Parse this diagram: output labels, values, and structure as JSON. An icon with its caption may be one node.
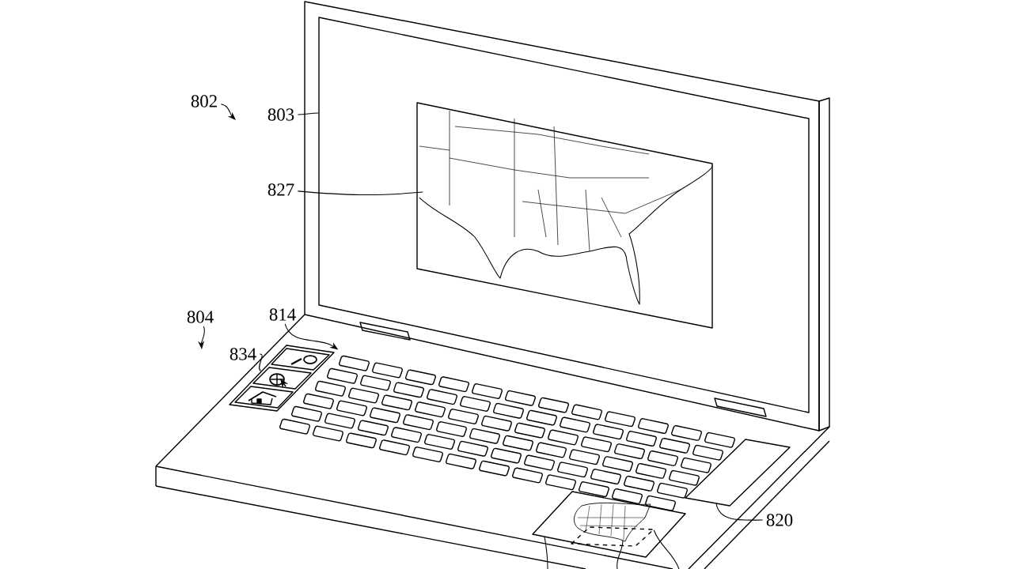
{
  "diagram": {
    "nodes": [
      {
        "text": [
          "802"
        ]
      },
      {
        "text": [
          "803"
        ]
      },
      {
        "text": [
          "827"
        ]
      },
      {
        "text": [
          "804"
        ]
      },
      {
        "text": [
          "814"
        ]
      },
      {
        "text": [
          "834"
        ]
      },
      {
        "text": [
          "820"
        ]
      },
      {
        "text": [],
        "shape": "box"
      },
      {
        "text": [],
        "shape": "picture",
        "in": 7
      },
      {
        "text": [],
        "shape": "picture"
      },
      {
        "text": [],
        "shape": "picture"
      },
      {
        "text": [],
        "shape": "box"
      },
      {
        "text": [],
        "shape": "box"
      },
      {
        "text": [],
        "shape": "picture",
        "in": 12
      },
      {
        "text": [],
        "shape": "box",
        "in": 12
      }
    ],
    "edges": [
      {
        "from": 0,
        "to": null,
        "arrow": "to"
      },
      {
        "from": 1,
        "to": 7,
        "arrow": "none"
      },
      {
        "from": 2,
        "to": 8,
        "arrow": "none"
      },
      {
        "from": 3,
        "to": null,
        "arrow": "to"
      },
      {
        "from": 4,
        "to": 9,
        "arrow": "to"
      },
      {
        "from": 5,
        "to": 10,
        "arrow": "none"
      },
      {
        "from": 6,
        "to": 11,
        "arrow": "none"
      },
      {
        "from": null,
        "to": 12,
        "arrow": "none"
      },
      {
        "from": null,
        "to": 13,
        "arrow": "none"
      },
      {
        "from": null,
        "to": 14,
        "arrow": "none"
      }
    ]
  }
}
